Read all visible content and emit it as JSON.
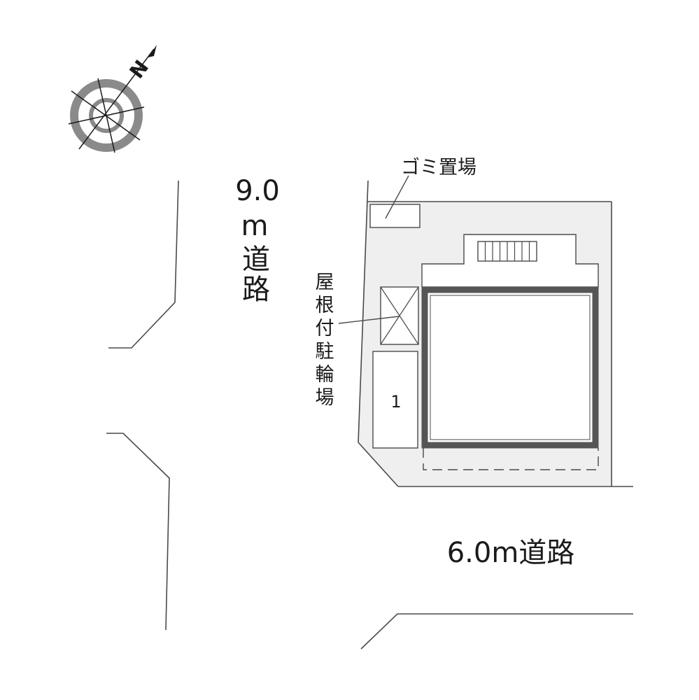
{
  "compass": {
    "north_label": "N"
  },
  "roads": {
    "west": {
      "width_value": "9.0",
      "width_unit": "m",
      "name_char_1": "道",
      "name_char_2": "路"
    },
    "south": {
      "label": "6.0m道路"
    }
  },
  "labels": {
    "garbage": "ゴミ置場",
    "bike_parking_chars": [
      "屋",
      "根",
      "付",
      "駐",
      "輪",
      "場"
    ]
  },
  "parking": {
    "space_number": "1"
  },
  "colors": {
    "lot_fill": "#efefef",
    "line": "#4a4a4a",
    "building_outline": "#555555",
    "compass_ring": "#8a8a8a"
  }
}
